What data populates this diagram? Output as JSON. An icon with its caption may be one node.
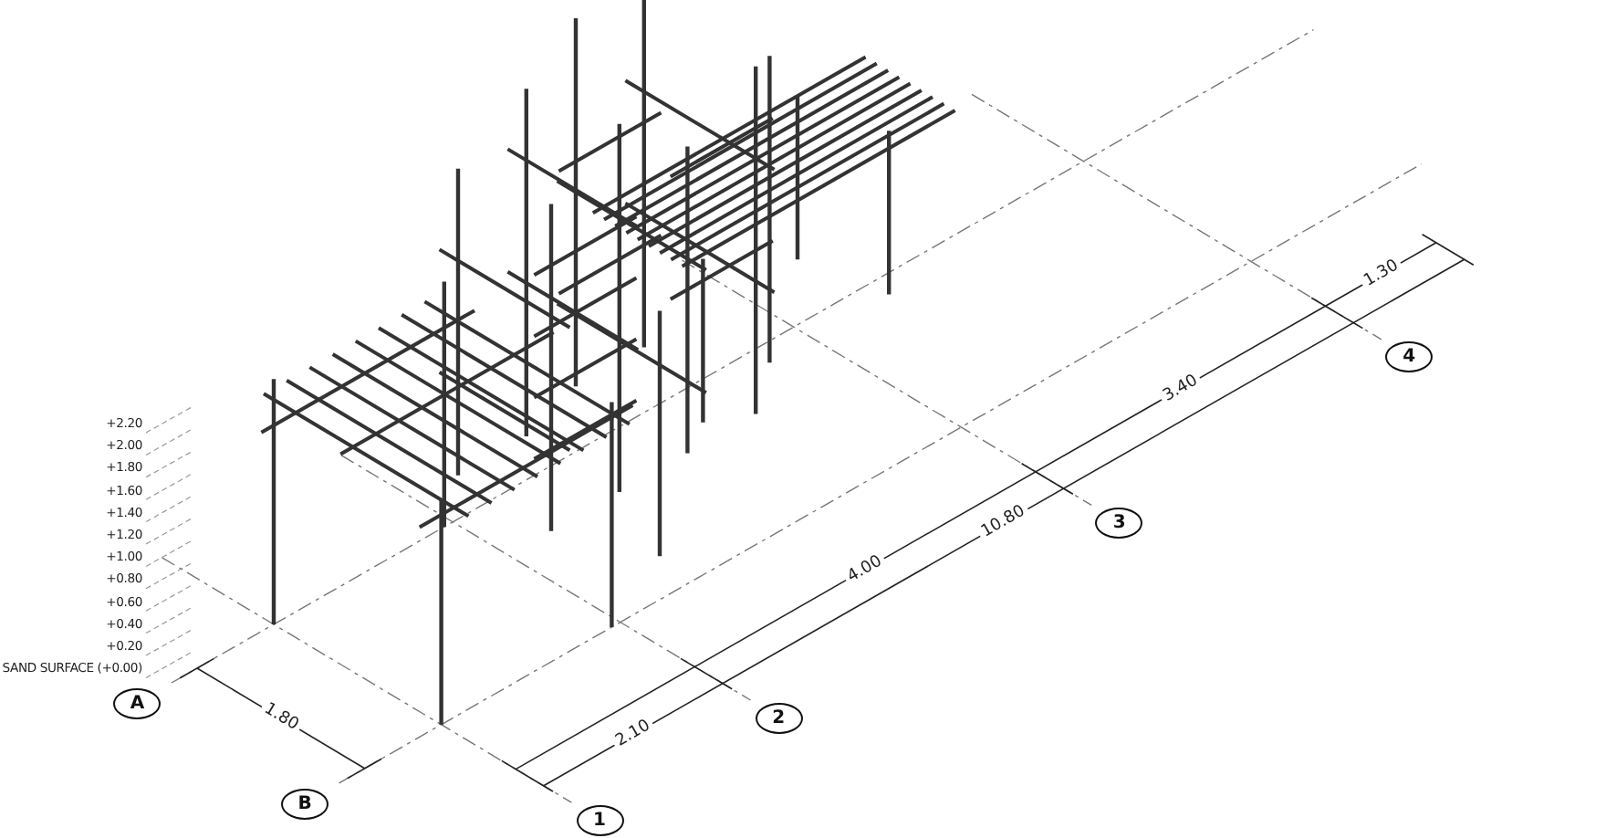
{
  "diagram": {
    "nodes": [
      {
        "text": [
          "A"
        ]
      },
      {
        "text": [
          "B"
        ]
      },
      {
        "text": [
          "1"
        ]
      },
      {
        "text": [
          "2"
        ]
      },
      {
        "text": [
          "3"
        ]
      },
      {
        "text": [
          "4"
        ]
      }
    ],
    "edges": [],
    "labels": [
      "+2.20",
      "+2.00",
      "+1.80",
      "+1.60",
      "+1.40",
      "+1.20",
      "+1.00",
      "+0.80",
      "+0.60",
      "+0.40",
      "+0.20",
      "SAND SURFACE (+0.00)",
      "1.80",
      "2.10",
      "4.00",
      "10.80",
      "3.40",
      "1.30"
    ]
  }
}
